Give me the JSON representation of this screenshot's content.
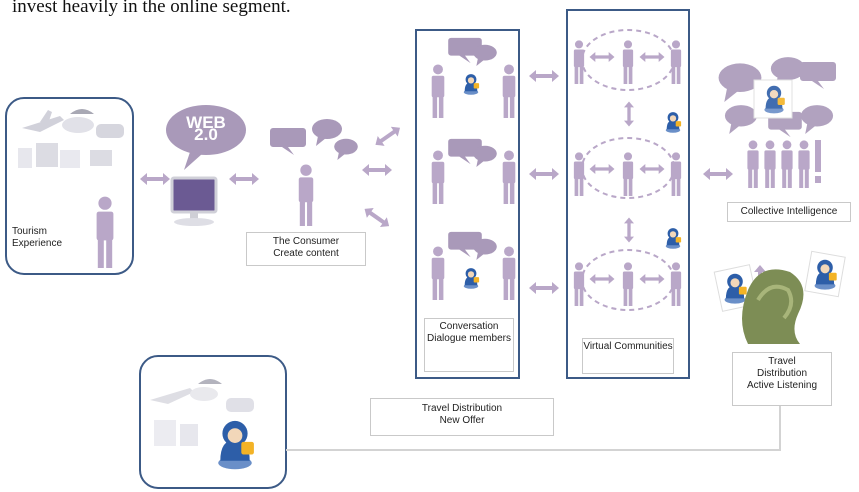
{
  "top_text": "invest heavily in the online segment.",
  "labels": {
    "tourism": "Tourism Experience",
    "web": "WEB 2.0",
    "consumer_line1": "The Consumer",
    "consumer_line2": "Create content",
    "conversation": "Conversation Dialogue members",
    "virtual": "Virtual Communities",
    "collective": "Collective Intelligence",
    "travel_line1": "Travel",
    "travel_line2": "Distribution",
    "travel_line3": "Active Listening",
    "offer_line1": "Travel Distribution",
    "offer_line2": "New Offer"
  },
  "colors": {
    "figure": "#b9a7c8",
    "figure_dark": "#a593b6",
    "frame": "#3c5a86",
    "bubble": "#a999b9",
    "line": "#d3d3d3"
  }
}
